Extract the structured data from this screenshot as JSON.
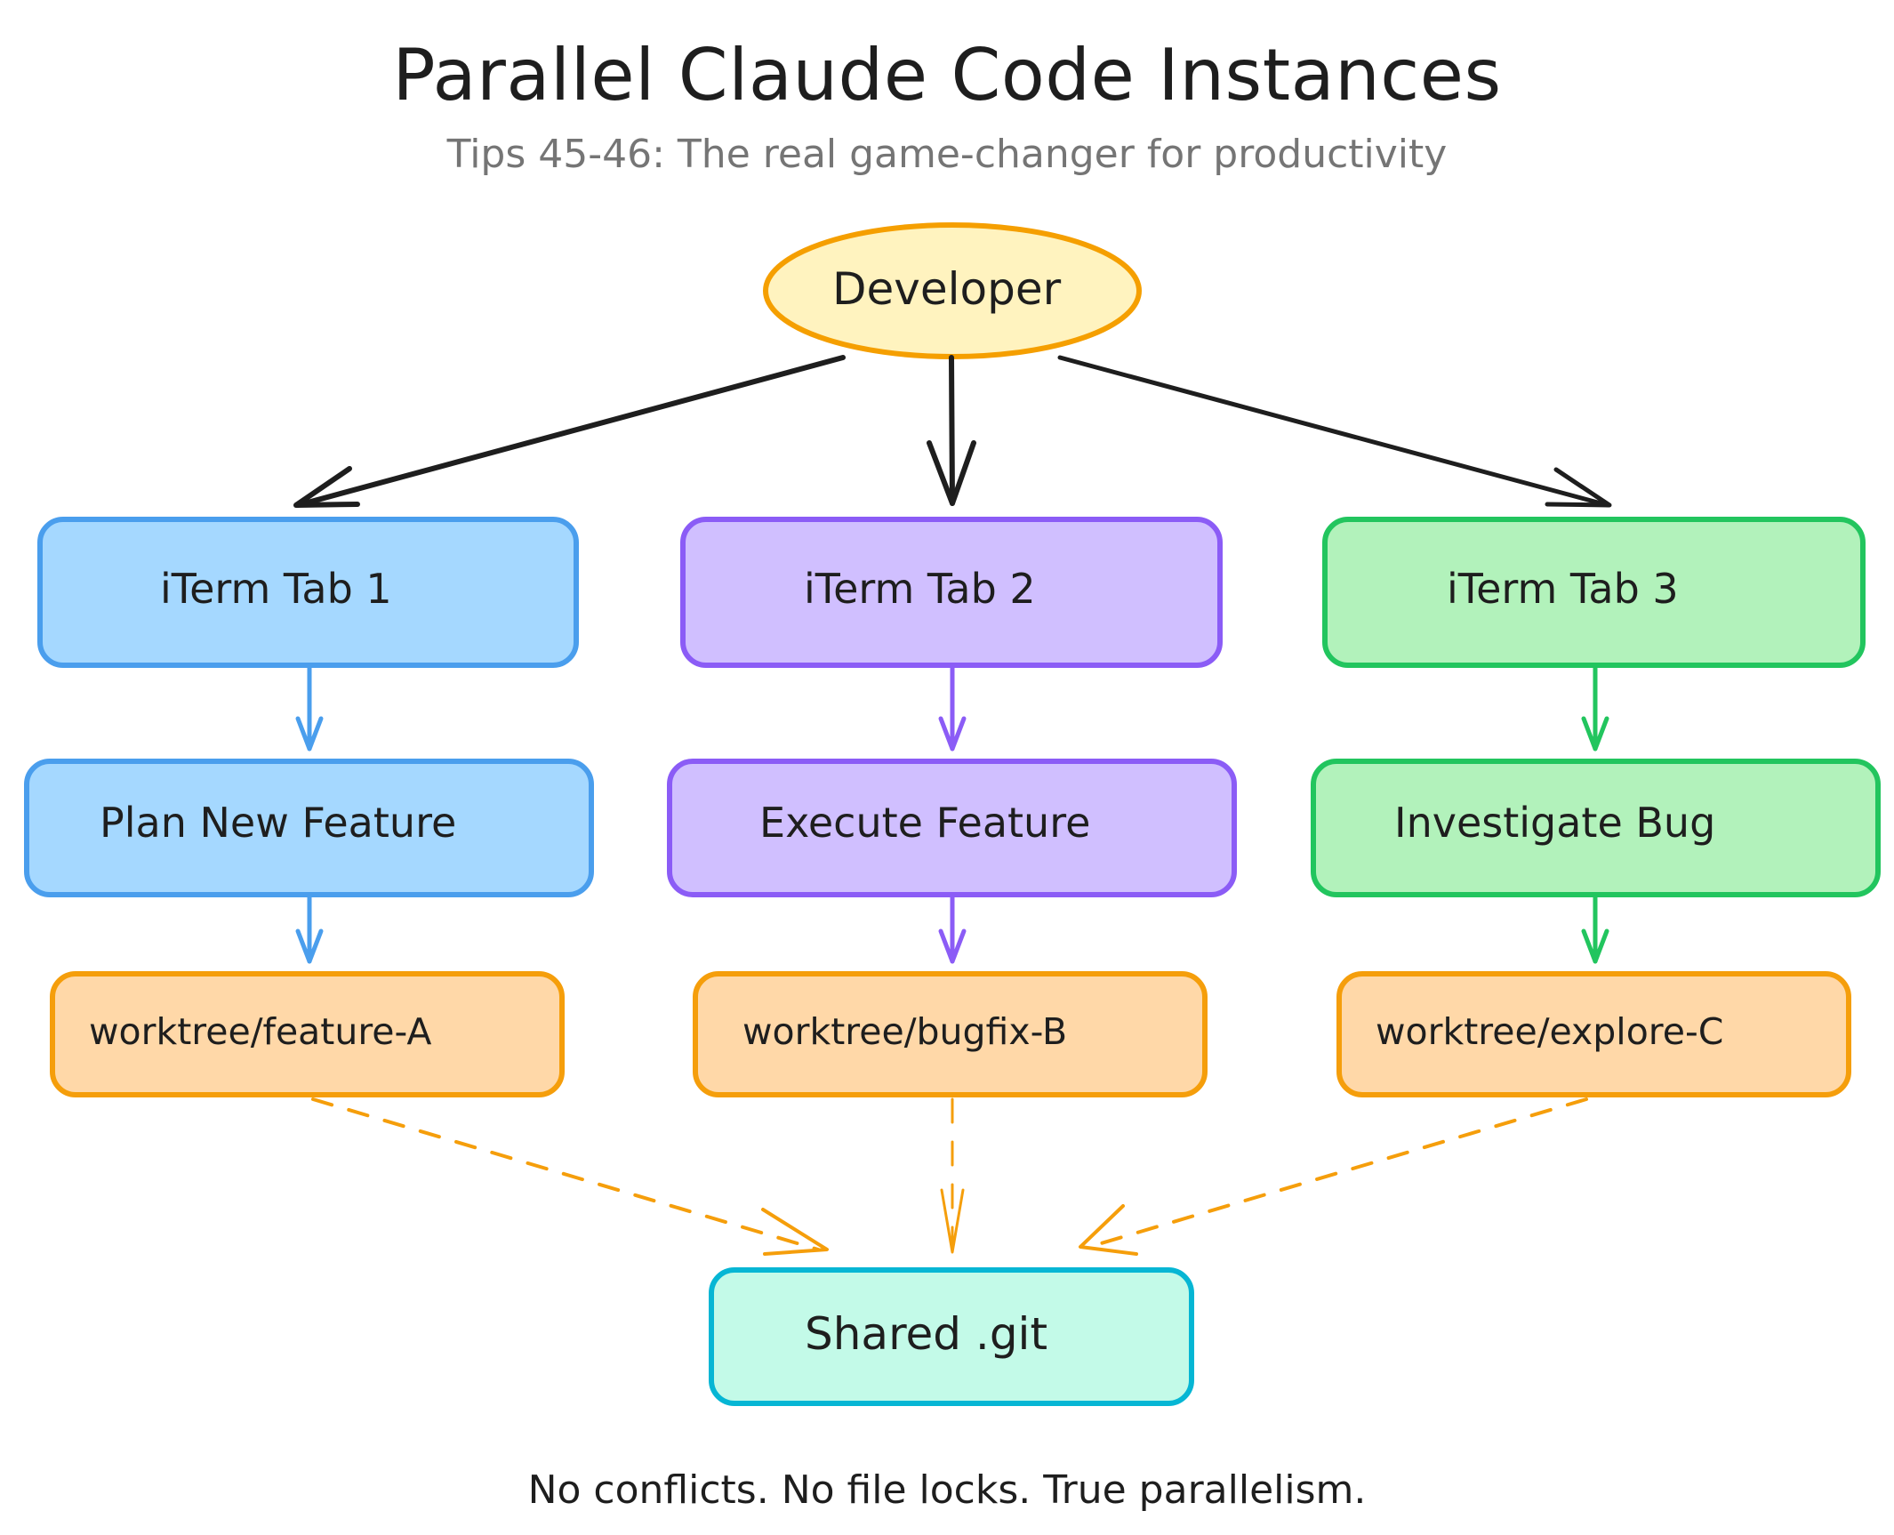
{
  "title": "Parallel Claude Code Instances",
  "subtitle": "Tips 45-46: The real game-changer for productivity",
  "footer": "No conflicts. No file locks. True parallelism.",
  "colors": {
    "developer_fill": "#fff3bf",
    "developer_stroke": "#f59f00",
    "blue_fill": "#a5d8ff",
    "blue_stroke": "#4a9eed",
    "purple_fill": "#d0bfff",
    "purple_stroke": "#8b5cf6",
    "green_fill": "#b2f2bb",
    "green_stroke": "#22c55e",
    "worktree_fill": "#ffd8a8",
    "worktree_stroke": "#f59e0b",
    "shared_fill": "#c3fae8",
    "shared_stroke": "#06b6d4",
    "arrow_black": "#1e1e1e"
  },
  "developer": {
    "label": "Developer"
  },
  "columns": [
    {
      "tab": "iTerm Tab 1",
      "task": "Plan New Feature",
      "worktree": "worktree/feature-A",
      "color": "blue"
    },
    {
      "tab": "iTerm Tab 2",
      "task": "Execute Feature",
      "worktree": "worktree/bugfix-B",
      "color": "purple"
    },
    {
      "tab": "iTerm Tab 3",
      "task": "Investigate Bug",
      "worktree": "worktree/explore-C",
      "color": "green"
    }
  ],
  "shared": {
    "label": "Shared .git"
  }
}
